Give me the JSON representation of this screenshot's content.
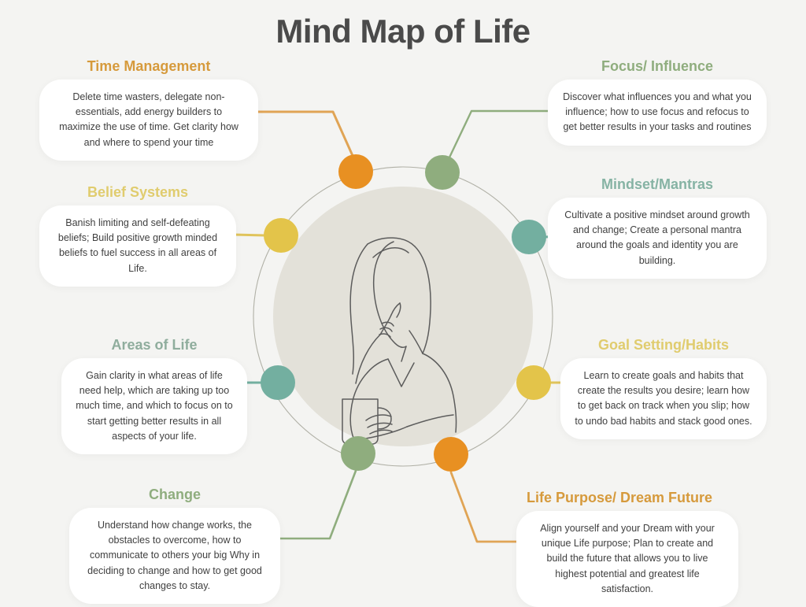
{
  "page": {
    "title": "Mind Map of Life",
    "background_color": "#F4F4F2",
    "title_color": "#4A4A4A",
    "hub_color": "#E3E1D9",
    "orbit_ring_color": "#B9B6A8",
    "center_illustration": "woman-thinking-with-mug-line-art"
  },
  "palette": {
    "orange": "#E89022",
    "sage": "#8FAD7E",
    "gold": "#E3C44A",
    "teal": "#73AFA0",
    "yellow": "#E8CE5A",
    "green": "#8CB07C"
  },
  "branches": [
    {
      "id": "time-management",
      "title": "Time Management",
      "body": "Delete time wasters, delegate non-essentials, add energy builders to maximize the use of time. Get clarity how and where to spend your time",
      "color": "#E89022",
      "side": "left",
      "node_label": "time-management-node"
    },
    {
      "id": "focus-influence",
      "title": "Focus/ Influence",
      "body": "Discover what influences you and what you influence; how to use focus and refocus to get better results in your tasks and routines",
      "color": "#8FAD7E",
      "side": "right",
      "node_label": "focus-influence-node"
    },
    {
      "id": "belief-systems",
      "title": "Belief Systems",
      "body": "Banish limiting and self-defeating beliefs; Build positive growth minded beliefs to fuel success in all areas of Life.",
      "color": "#E3C44A",
      "side": "left",
      "node_label": "belief-systems-node"
    },
    {
      "id": "mindset-mantras",
      "title": "Mindset/Mantras",
      "body": "Cultivate a positive mindset around growth and change; Create a personal mantra around the goals and identity you are building.",
      "color": "#73AFA0",
      "side": "right",
      "node_label": "mindset-mantras-node"
    },
    {
      "id": "areas-of-life",
      "title": "Areas of Life",
      "body": "Gain clarity in what areas of life need help, which are taking up too much time, and  which to focus on to start getting better results in all aspects of your life.",
      "color": "#73AFA0",
      "side": "left",
      "node_label": "areas-of-life-node"
    },
    {
      "id": "goal-setting-habits",
      "title": "Goal Setting/Habits",
      "body": "Learn to create goals and habits that create the results you desire; learn how to get back on track when you slip; how to undo bad habits and stack good ones.",
      "color": "#E3C44A",
      "side": "right",
      "node_label": "goal-setting-habits-node"
    },
    {
      "id": "change",
      "title": "Change",
      "body": "Understand how change works, the obstacles to overcome, how to communicate to others your big Why in deciding to change and how to get good changes to stay.",
      "color": "#8FAD7E",
      "side": "left",
      "node_label": "change-node"
    },
    {
      "id": "life-purpose-dream-future",
      "title": "Life Purpose/ Dream Future",
      "body": "Align yourself and your Dream with your unique Life purpose; Plan to create and build the future that allows you to live highest potential and greatest life satisfaction.",
      "color": "#E89022",
      "side": "right",
      "node_label": "life-purpose-node"
    }
  ]
}
